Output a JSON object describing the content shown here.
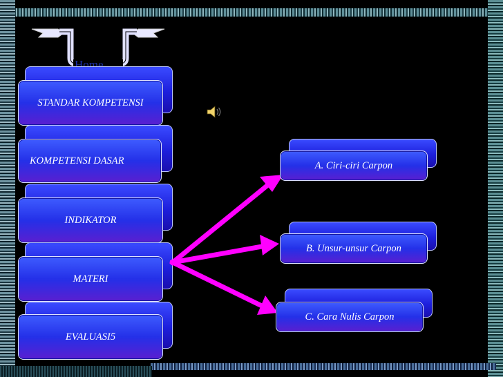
{
  "home": {
    "label": "Home"
  },
  "menu": {
    "items": [
      {
        "label": "STANDAR KOMPETENSI"
      },
      {
        "label": "KOMPETENSI DASAR"
      },
      {
        "label": "INDIKATOR"
      },
      {
        "label": "MATERI"
      },
      {
        "label": "EVALUASI5"
      }
    ]
  },
  "materi": {
    "items": [
      {
        "label": "A.  Ciri-ciri Carpon"
      },
      {
        "label": "B.  Unsur-unsur Carpon"
      },
      {
        "label": "C.  Cara Nulis Carpon"
      }
    ]
  },
  "colors": {
    "button_blue": "#2430e8",
    "arrow_magenta": "#ff00ff",
    "background": "#000000"
  },
  "icons": {
    "sound": "speaker-icon"
  }
}
